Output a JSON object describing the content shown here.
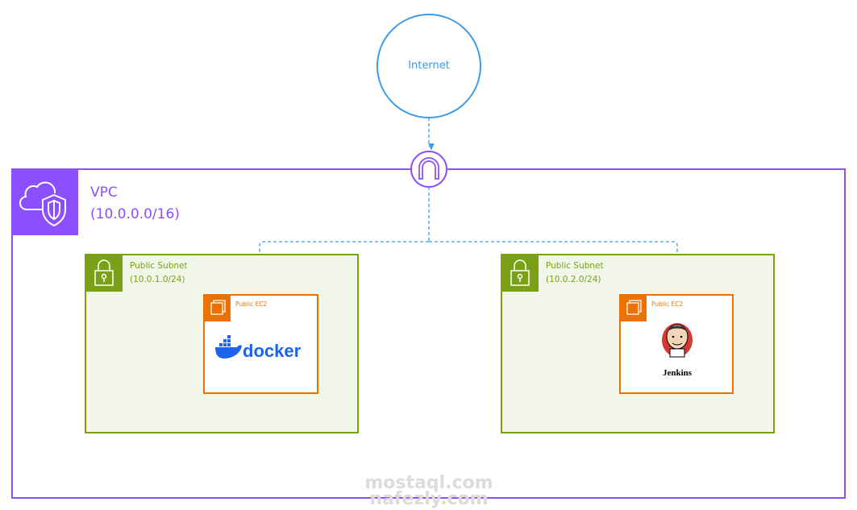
{
  "internet": {
    "label": "Internet"
  },
  "vpc": {
    "name": "VPC",
    "cidr": "(10.0.0.0/16)"
  },
  "subnets": [
    {
      "name": "Public Subnet",
      "cidr": "(10.0.1.0/24)",
      "instance": {
        "label": "Public EC2",
        "app": "docker"
      }
    },
    {
      "name": "Public Subnet",
      "cidr": "(10.0.2.0/24)",
      "instance": {
        "label": "Public EC2",
        "app": "Jenkins"
      }
    }
  ],
  "icons": [
    "cloud-shield-icon",
    "internet-gateway-icon",
    "lock-icon",
    "ec2-instance-icon",
    "docker-logo",
    "jenkins-logo"
  ],
  "colors": {
    "vpc": "#8c4fff",
    "subnet": "#7aa116",
    "subnet_fill": "#f2f6e8",
    "ec2": "#ed7100",
    "connection": "#3c9be8"
  },
  "watermark": {
    "line1": "mostaql.com",
    "line2": "nafezly.com"
  }
}
